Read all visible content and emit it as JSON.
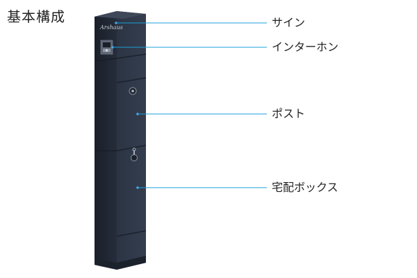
{
  "title": "基本構成",
  "brand_logo_text": "Arshaus",
  "colors": {
    "unit_front": "#2f3847",
    "unit_side": "#1e2430",
    "unit_top": "#3a4353",
    "leader_line": "#1e9fd8",
    "leader_dot": "#4aa8e8",
    "text": "#222222"
  },
  "callouts": [
    {
      "id": "sign",
      "label": "サイン"
    },
    {
      "id": "intercom",
      "label": "インターホン"
    },
    {
      "id": "post",
      "label": "ポスト"
    },
    {
      "id": "delivery-box",
      "label": "宅配ボックス"
    }
  ],
  "icons": [
    "intercom-panel-icon",
    "lock-icon",
    "key-icon"
  ]
}
